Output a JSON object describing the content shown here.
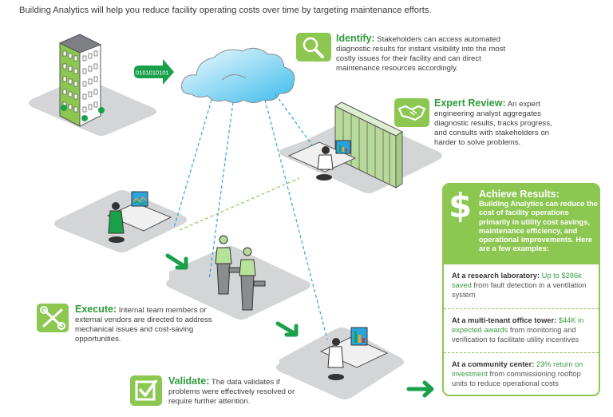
{
  "intro": "Building Analytics will help you reduce facility operating  costs over time by targeting maintenance efforts.",
  "data_stream": "0101010101",
  "colors": {
    "brand_green": "#8cc751",
    "title_green": "#2e9a3a",
    "arrow_green": "#1aa04a",
    "connector_blue": "#2ba3dd",
    "connector_green": "#8cc751",
    "platform_gray": "#d4d5d7"
  },
  "steps": {
    "identify": {
      "icon": "magnifier-icon",
      "title": "Identify:",
      "text": " Stakeholders can access automated diagnostic results for instant visibility into the most costly issues for their facility and can direct maintenance resources accordingly."
    },
    "expert_review": {
      "icon": "handshake-icon",
      "title": "Expert Review:",
      "text": "  An expert engineering analyst aggregates diagnostic results, tracks progress, and consults with stakeholders on harder to solve problems."
    },
    "execute": {
      "icon": "tools-icon",
      "title": "Execute:",
      "text": "  Internal team members or external vendors are directed to address mechanical issues and cost-saving opportunities."
    },
    "validate": {
      "icon": "checkbox-icon",
      "title": "Validate:",
      "text": "  The data validates if problems were effectively resolved or require further attention."
    }
  },
  "results": {
    "icon": "dollar-icon",
    "symbol": "$",
    "title": "Achieve Results:",
    "body": "Building Analytics can reduce the cost of facility operations primarily in utility cost savings, maintenance efficiency, and operational improvements. Here are a few examples:",
    "examples": [
      {
        "lead": "At a research laboratory:",
        "highlight": " Up to $286k saved",
        "rest": " from fault detection in a ventilation system"
      },
      {
        "lead": "At a multi-tenant office tower:",
        "highlight": " $44K in expected awards",
        "rest": " from monitoring and verification to facilitate utility incentives"
      },
      {
        "lead": "At a community center:",
        "highlight": " 23% return on investment",
        "rest": " from commissioning rooftop units to reduce operational costs"
      }
    ]
  }
}
